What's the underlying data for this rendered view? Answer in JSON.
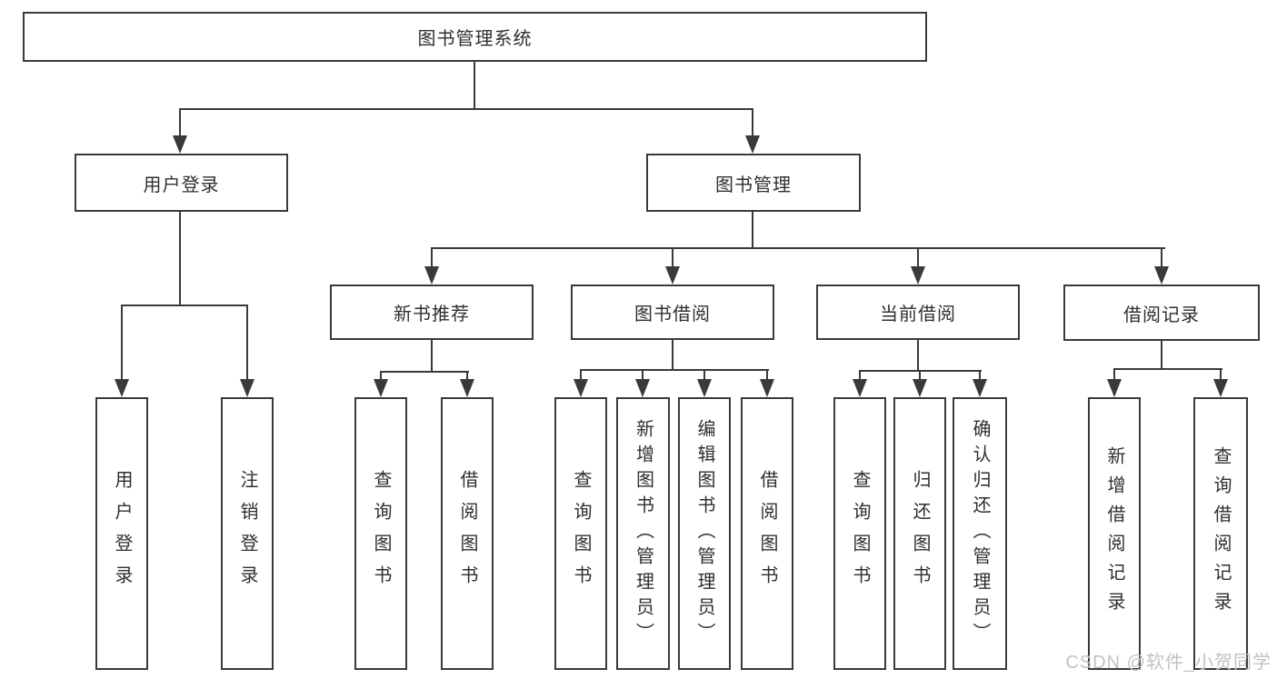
{
  "tree": {
    "root": "图书管理系统",
    "level2": [
      "用户登录",
      "图书管理"
    ],
    "level3": [
      "新书推荐",
      "图书借阅",
      "当前借阅",
      "借阅记录"
    ],
    "leaves": {
      "login": [
        "用户登录",
        "注销登录"
      ],
      "recommend": [
        "查询图书",
        "借阅图书"
      ],
      "borrow": [
        "查询图书",
        "新增图书（管理员）",
        "编辑图书（管理员）",
        "借阅图书"
      ],
      "current": [
        "查询图书",
        "归还图书",
        "确认归还（管理员）"
      ],
      "records": [
        "新增借阅记录",
        "查询借阅记录"
      ]
    }
  },
  "watermark": {
    "text": "CSDN @软件_小贺同学",
    "color": "#c2c2c2"
  },
  "colors": {
    "line": "#3a3a3a",
    "text": "#2f2f2f",
    "background": "#ffffff"
  }
}
